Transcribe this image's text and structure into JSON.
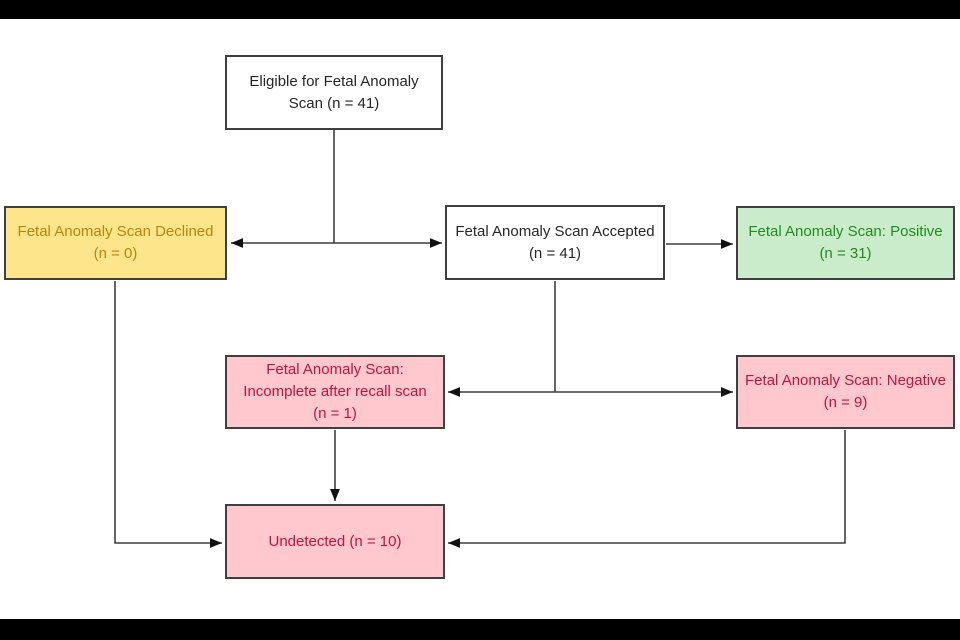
{
  "page": {
    "background_color": "#ffffff",
    "top_bar_color": "#000000",
    "bottom_bar_color": "#000000"
  },
  "diagram": {
    "type": "flowchart",
    "line_color": "#3f3f3f",
    "arrowhead_color": "#111111",
    "nodes": {
      "eligible": {
        "lines": [
          "Eligible for Fetal Anomaly",
          "Scan (n = 41)"
        ],
        "n": 41,
        "fill": "#ffffff",
        "text_color": "#262626",
        "border_color": "#3f3f3f"
      },
      "declined": {
        "lines": [
          "Fetal Anomaly Scan Declined",
          "(n = 0)"
        ],
        "n": 0,
        "fill": "#fce58b",
        "text_color": "#b8860b",
        "border_color": "#3f3f3f"
      },
      "accepted": {
        "lines": [
          "Fetal Anomaly Scan Accepted",
          "(n = 41)"
        ],
        "n": 41,
        "fill": "#ffffff",
        "text_color": "#262626",
        "border_color": "#3f3f3f"
      },
      "positive": {
        "lines": [
          "Fetal Anomaly Scan: Positive",
          "(n = 31)"
        ],
        "n": 31,
        "fill": "#cbeccb",
        "text_color": "#218c21",
        "border_color": "#3f3f3f"
      },
      "incomplete": {
        "lines": [
          "Fetal Anomaly Scan:",
          "Incomplete after recall scan",
          "(n = 1)"
        ],
        "n": 1,
        "fill": "#ffc8ce",
        "text_color": "#c0143c",
        "border_color": "#3f3f3f"
      },
      "negative": {
        "lines": [
          "Fetal Anomaly Scan: Negative",
          "(n = 9)"
        ],
        "n": 9,
        "fill": "#ffc8ce",
        "text_color": "#c0143c",
        "border_color": "#3f3f3f"
      },
      "undetected": {
        "lines": [
          "Undetected (n = 10)"
        ],
        "n": 10,
        "fill": "#ffc8ce",
        "text_color": "#c0143c",
        "border_color": "#3f3f3f"
      }
    },
    "edges": [
      {
        "from": "eligible",
        "to": "declined",
        "arrow": true
      },
      {
        "from": "eligible",
        "to": "accepted",
        "arrow": true
      },
      {
        "from": "accepted",
        "to": "positive",
        "arrow": true
      },
      {
        "from": "accepted",
        "to": "incomplete",
        "arrow": true
      },
      {
        "from": "accepted",
        "to": "negative",
        "arrow": true
      },
      {
        "from": "incomplete",
        "to": "undetected",
        "arrow": true
      },
      {
        "from": "declined",
        "to": "undetected",
        "arrow": true
      },
      {
        "from": "negative",
        "to": "undetected",
        "arrow": true
      }
    ]
  }
}
